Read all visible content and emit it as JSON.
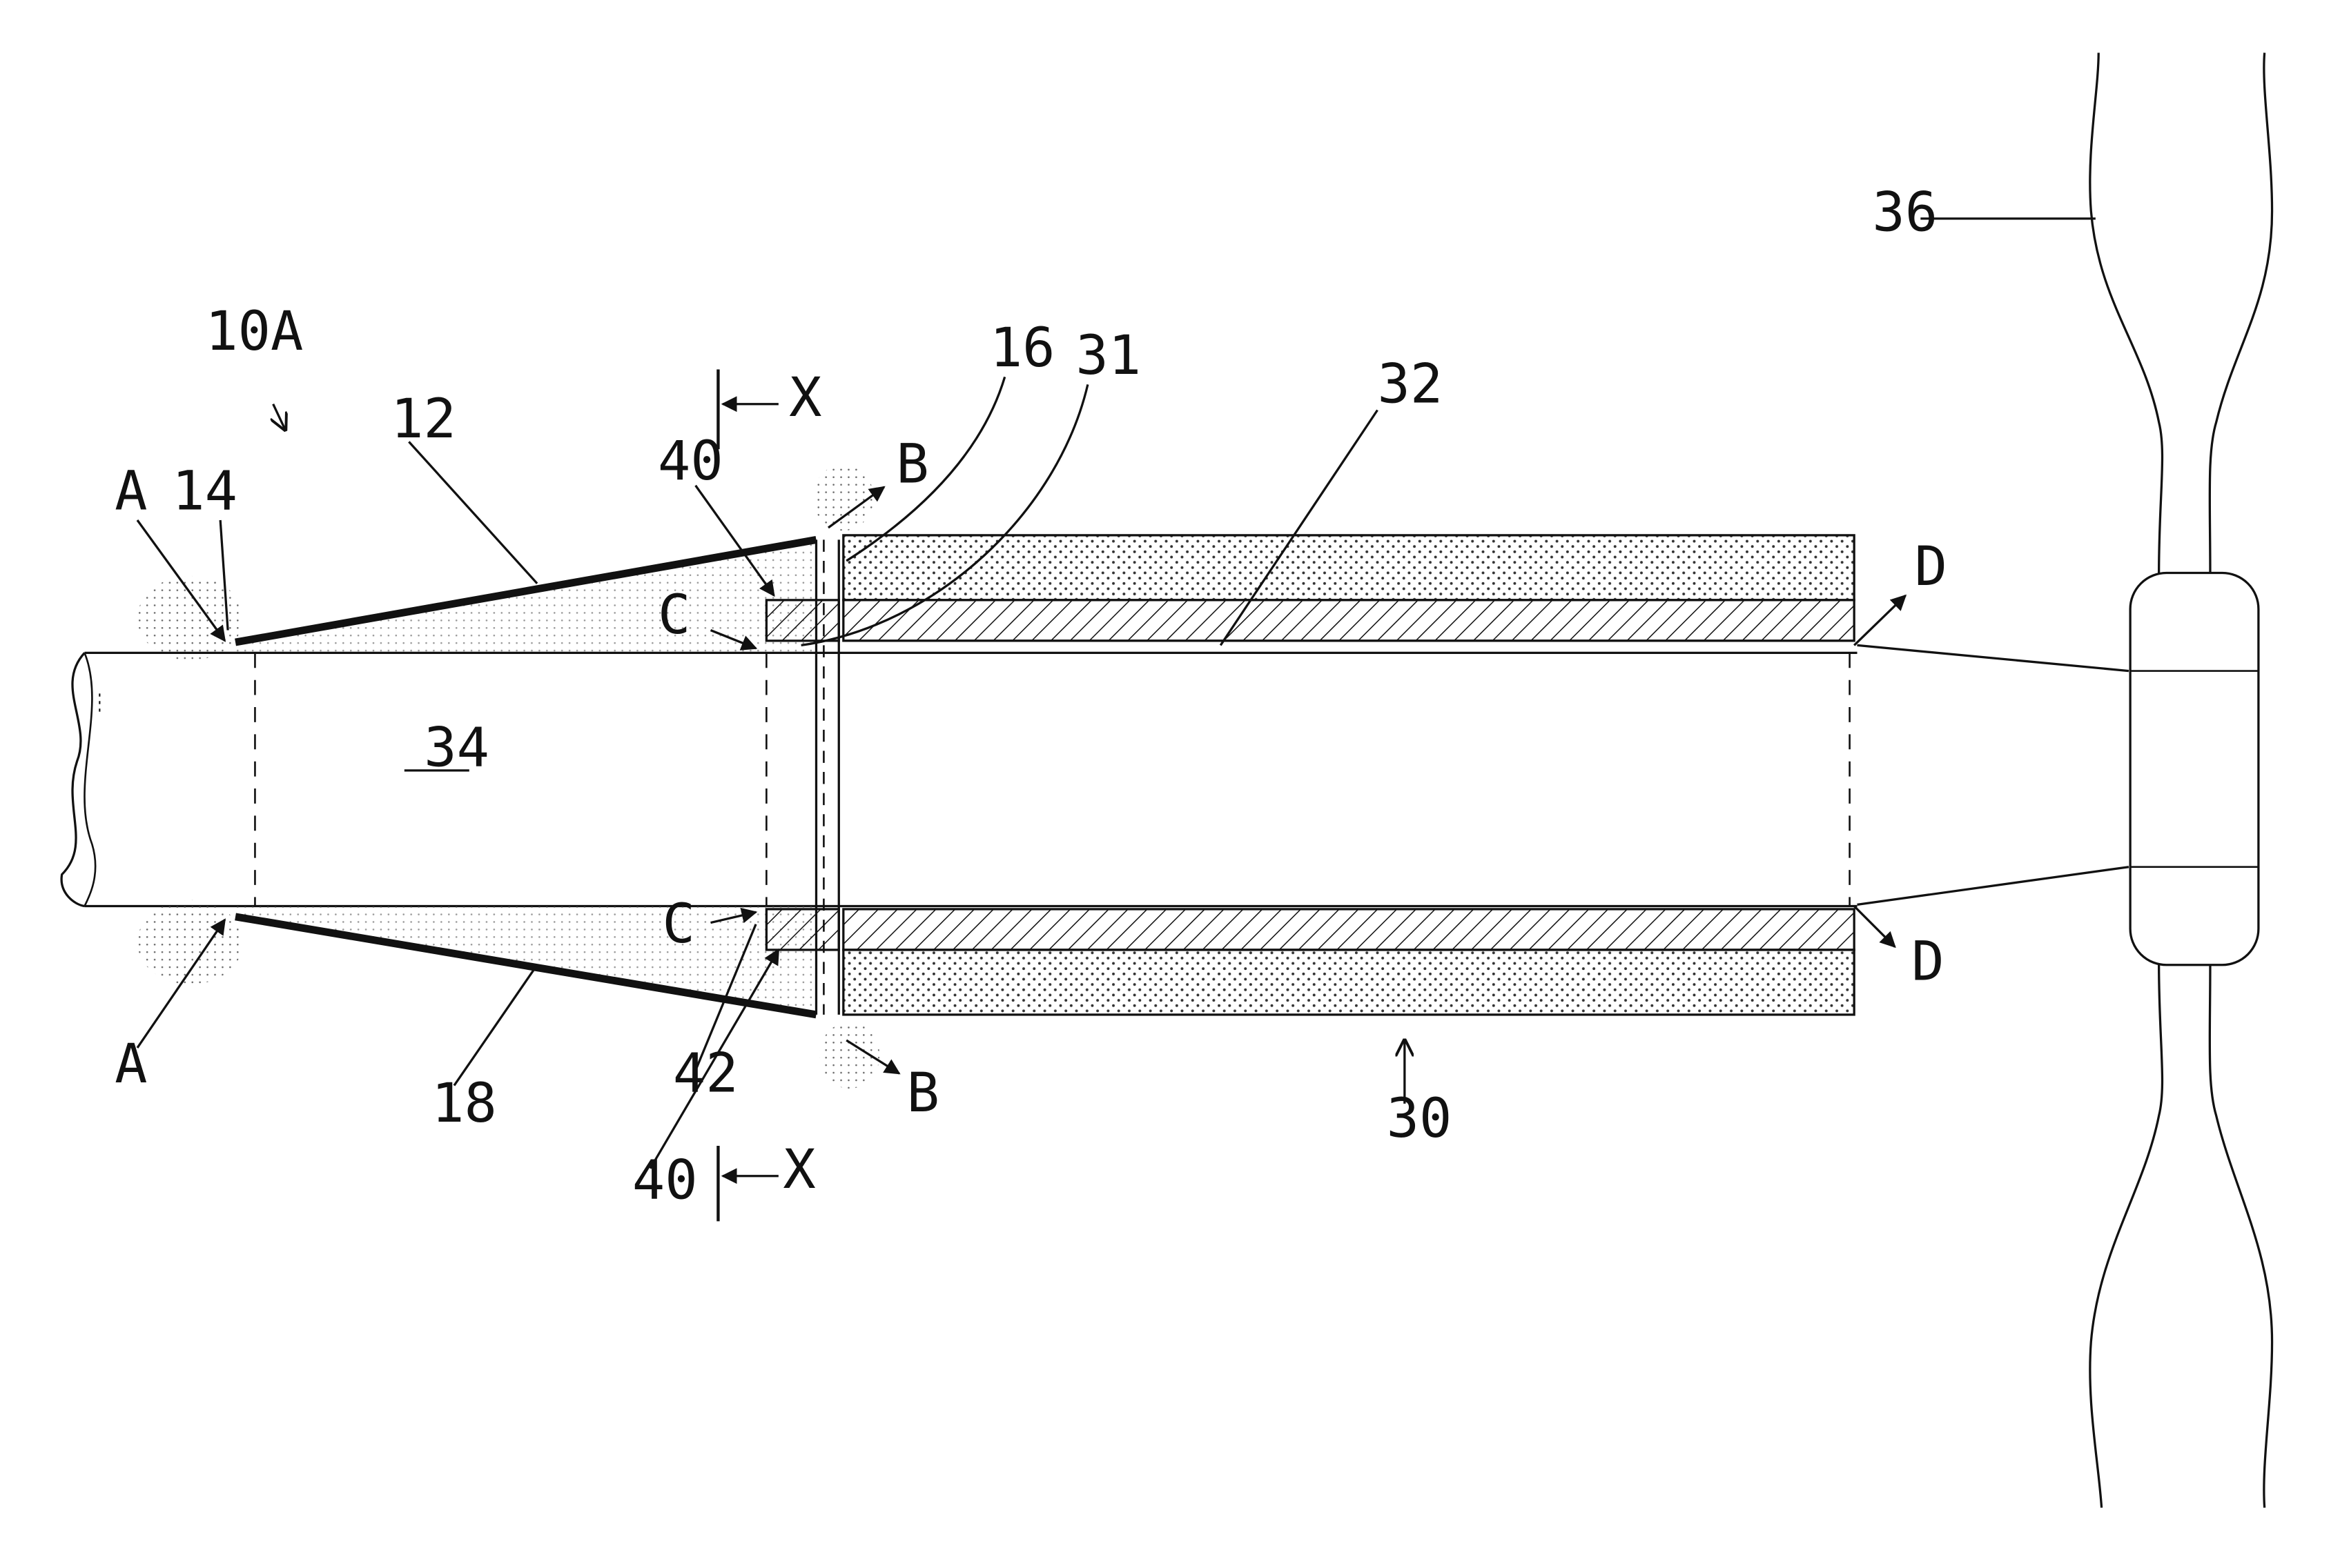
{
  "labels": {
    "ref_10a": "10A",
    "ref_12": "12",
    "ref_14": "14",
    "ref_16": "16",
    "ref_18": "18",
    "ref_30": "30",
    "ref_31": "31",
    "ref_32": "32",
    "ref_34": "34",
    "ref_36": "36",
    "ref_40_top": "40",
    "ref_40_bottom": "40",
    "ref_42": "42",
    "a_top": "A",
    "a_bottom": "A",
    "b_top": "B",
    "b_bottom": "B",
    "c_top": "C",
    "c_bottom": "C",
    "d_top": "D",
    "d_bottom": "D",
    "x_top": "X",
    "x_bottom": "X"
  },
  "colors": {
    "ink": "#111111",
    "stipple": "#555555",
    "background": "#ffffff"
  }
}
